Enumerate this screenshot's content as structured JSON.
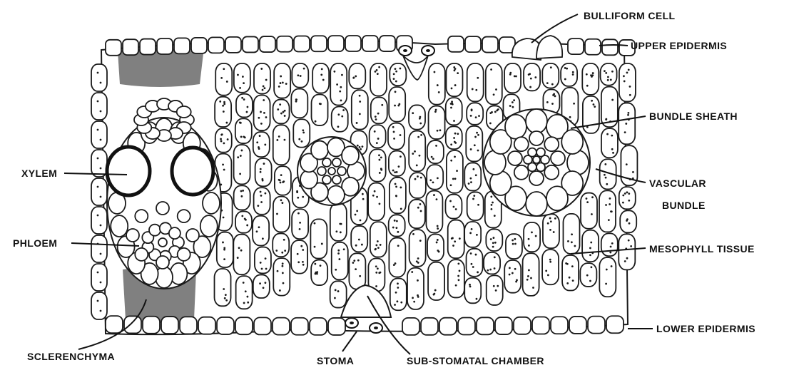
{
  "labels": {
    "bulliform_cell": "BULLIFORM CELL",
    "upper_epidermis": "UPPER EPIDERMIS",
    "bundle_sheath": "BUNDLE SHEATH",
    "vascular_bundle_1": "VASCULAR",
    "vascular_bundle_2": "BUNDLE",
    "mesophyll_tissue": "MESOPHYLL TISSUE",
    "lower_epidermis": "LOWER EPIDERMIS",
    "xylem": "XYLEM",
    "phloem": "PHLOEM",
    "sclerenchyma": "SCLERENCHYMA",
    "stoma": "STOMA",
    "sub_stomatal_chamber": "SUB-STOMATAL CHAMBER"
  }
}
